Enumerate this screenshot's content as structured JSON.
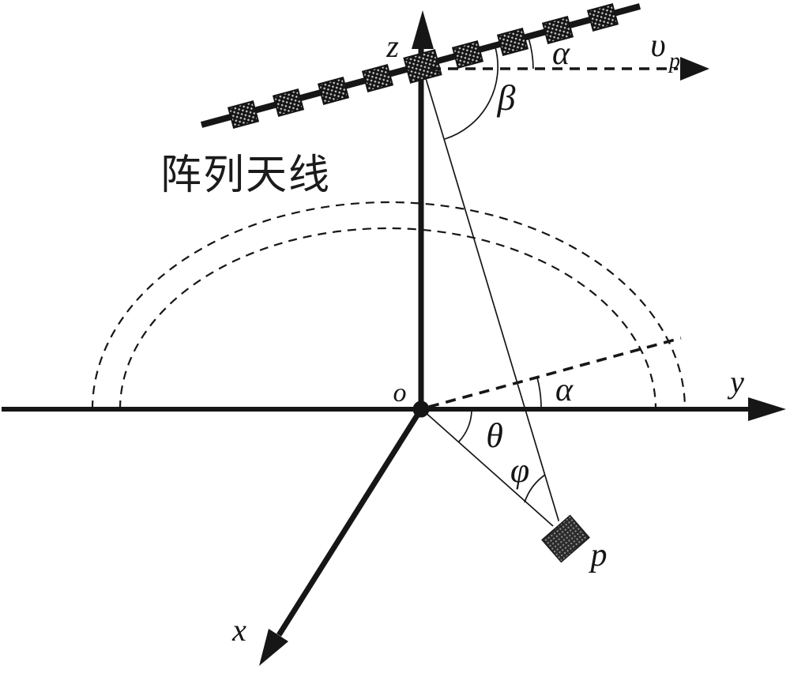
{
  "figure": {
    "background_color": "#ffffff",
    "ink_color": "#161616",
    "caption": {
      "text": "阵列天线"
    },
    "axis_labels": {
      "x": "x",
      "y": "y",
      "z": "z"
    },
    "point_labels": {
      "origin": "o",
      "target": "p"
    },
    "angle_labels": {
      "alpha_antenna": "α",
      "beta": "β",
      "alpha_ground": "α",
      "theta": "θ",
      "phi": "φ"
    },
    "velocity_label": {
      "symbol": "υ",
      "subscript": "p"
    },
    "antenna": {
      "element_count": 9,
      "element_style": "checkered-square"
    },
    "ground_rings": {
      "count": 2,
      "style": "dashed-half-ellipse"
    }
  }
}
